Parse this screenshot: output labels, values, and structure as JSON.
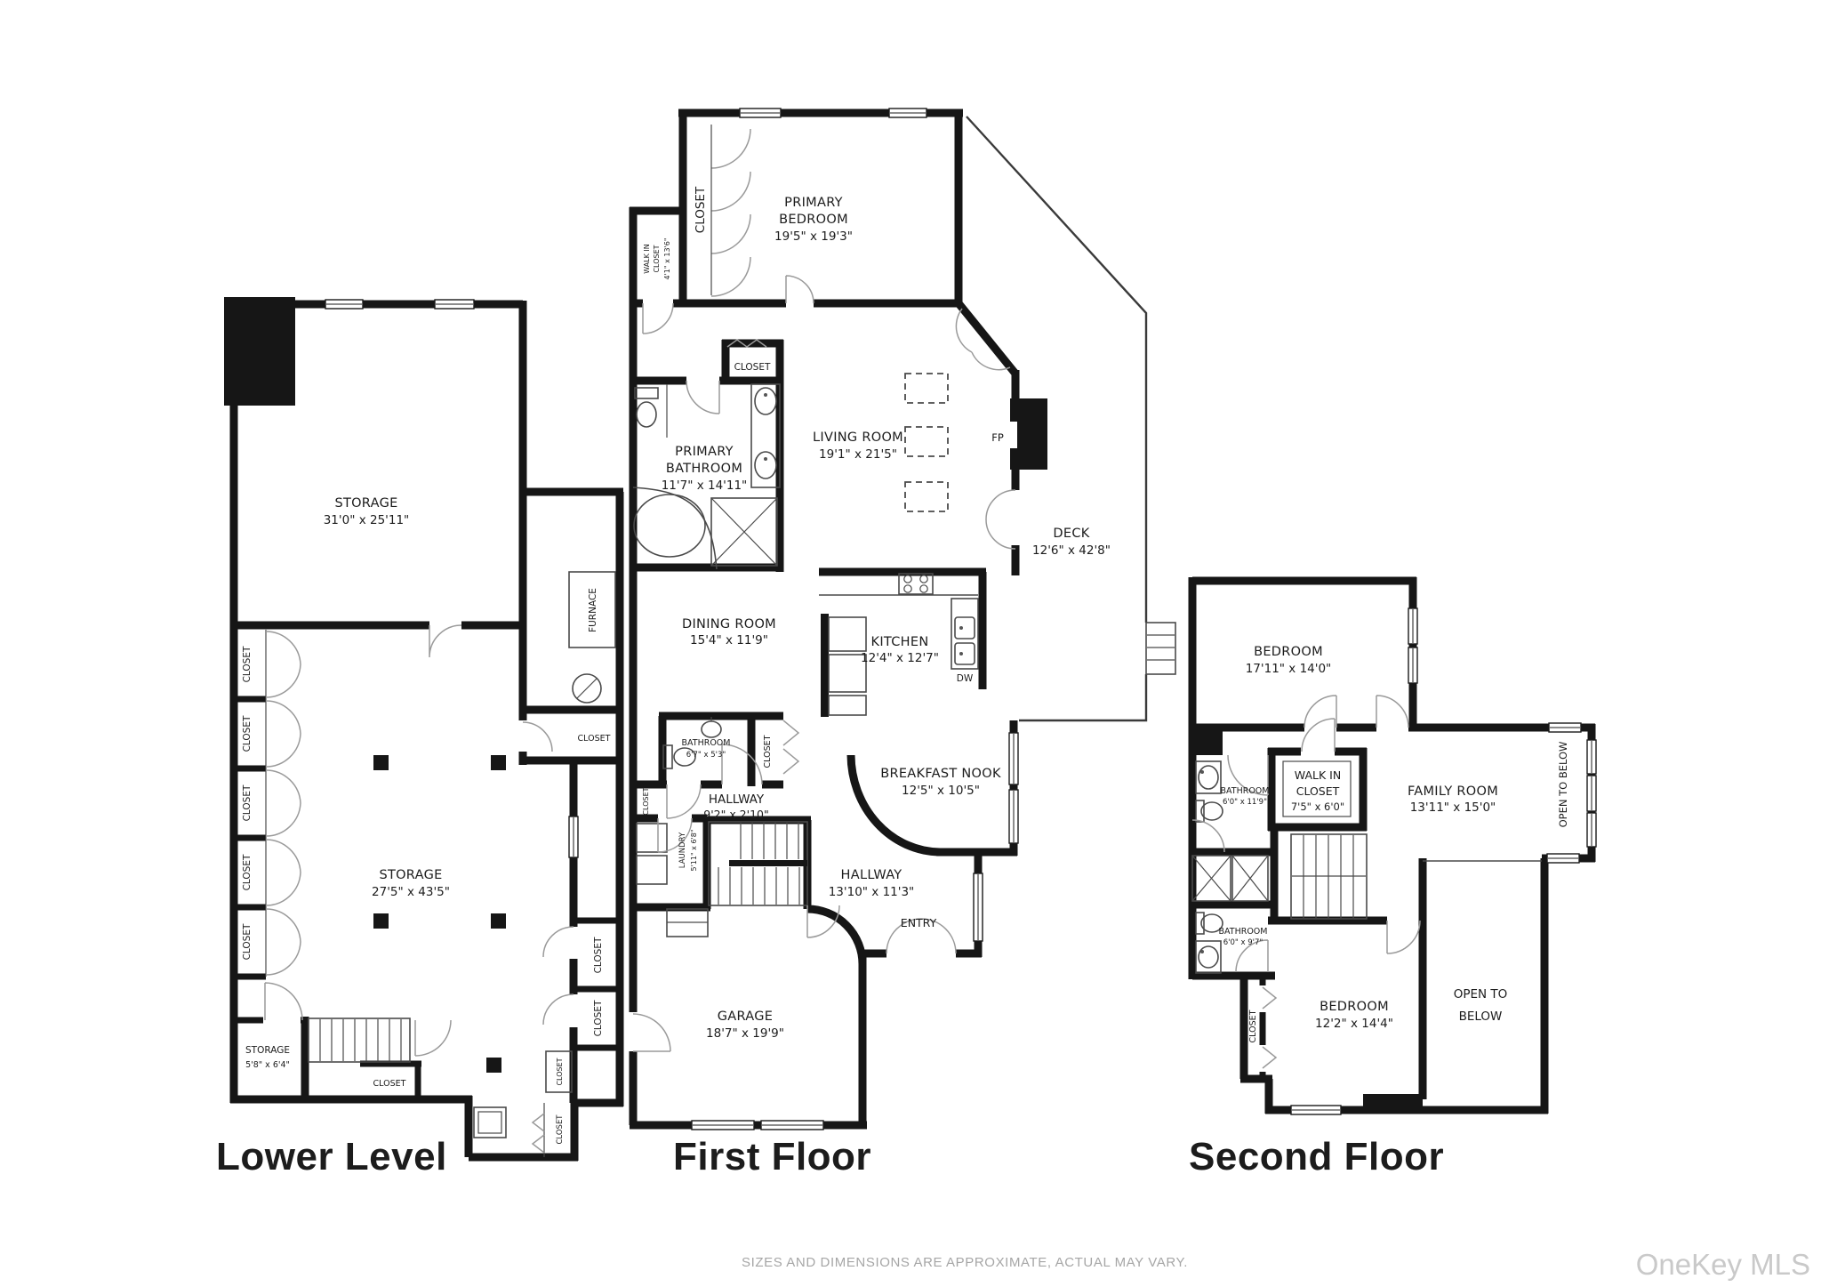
{
  "footer": {
    "disclaimer": "SIZES AND DIMENSIONS ARE APPROXIMATE, ACTUAL MAY VARY.",
    "watermark": "OneKey MLS"
  },
  "labels": {
    "closet": "CLOSET",
    "fp": "FP",
    "dw": "DW",
    "entry": "ENTRY",
    "furnace": "FURNACE",
    "open_to": "OPEN TO",
    "below": "BELOW",
    "open_to_below": "OPEN TO BELOW"
  },
  "floors": {
    "lower": {
      "title": "Lower Level",
      "storage_upper": {
        "name": "STORAGE",
        "dims": "31'0\" x 25'11\""
      },
      "storage_main": {
        "name": "STORAGE",
        "dims": "27'5\" x 43'5\""
      },
      "storage_small": {
        "name": "STORAGE",
        "dims": "5'8\" x 6'4\""
      }
    },
    "first": {
      "title": "First Floor",
      "primary_bedroom": {
        "line1": "PRIMARY",
        "line2": "BEDROOM",
        "dims": "19'5\" x 19'3\""
      },
      "walk_in_closet": {
        "line1": "WALK IN",
        "line2": "CLOSET",
        "dims": "4'1\" x 13'6\""
      },
      "primary_bathroom": {
        "line1": "PRIMARY",
        "line2": "BATHROOM",
        "dims": "11'7\" x 14'11\""
      },
      "living_room": {
        "name": "LIVING ROOM",
        "dims": "19'1\" x 21'5\""
      },
      "deck": {
        "name": "DECK",
        "dims": "12'6\" x 42'8\""
      },
      "dining_room": {
        "name": "DINING ROOM",
        "dims": "15'4\" x 11'9\""
      },
      "kitchen": {
        "name": "KITCHEN",
        "dims": "12'4\" x 12'7\""
      },
      "breakfast_nook": {
        "name": "BREAKFAST NOOK",
        "dims": "12'5\" x 10'5\""
      },
      "bathroom": {
        "name": "BATHROOM",
        "dims": "6'7\" x 5'3\""
      },
      "hallway_small": {
        "name": "HALLWAY",
        "dims": "9'2\" x 2'10\""
      },
      "laundry": {
        "name": "LAUNDRY",
        "dims": "5'11\" x 6'8\""
      },
      "hallway_main": {
        "name": "HALLWAY",
        "dims": "13'10\" x 11'3\""
      },
      "garage": {
        "name": "GARAGE",
        "dims": "18'7\" x 19'9\""
      }
    },
    "second": {
      "title": "Second Floor",
      "bedroom_large": {
        "name": "BEDROOM",
        "dims": "17'11\" x 14'0\""
      },
      "bathroom_upper": {
        "name": "BATHROOM",
        "dims": "6'0\" x 11'9\""
      },
      "walk_in_closet": {
        "line1": "WALK IN",
        "line2": "CLOSET",
        "dims": "7'5\" x 6'0\""
      },
      "family_room": {
        "name": "FAMILY ROOM",
        "dims": "13'11\" x 15'0\""
      },
      "bathroom_lower": {
        "name": "BATHROOM",
        "dims": "6'0\" x 9'7\""
      },
      "bedroom_small": {
        "name": "BEDROOM",
        "dims": "12'2\" x 14'4\""
      }
    }
  }
}
